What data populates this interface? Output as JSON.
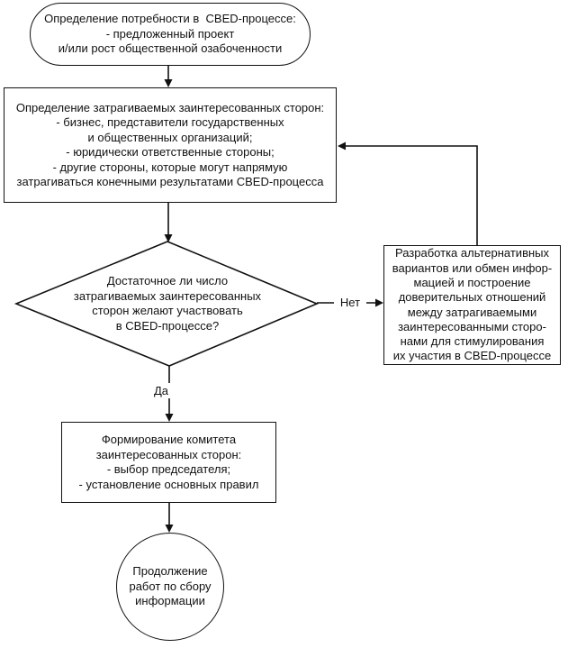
{
  "nodes": {
    "start": {
      "text": "Определение потребности в  CBED-процессе:\n- предложенный проект\nи/или рост общественной озабоченности"
    },
    "identify_stakeholders": {
      "text": "Определение затрагиваемых заинтересованных сторон:\n- бизнес, представители государственных\nи общественных организаций;\n- юридически ответственные стороны;\n- другие стороны, которые могут напрямую\nзатрагиваться конечными результатами CBED-процесса"
    },
    "decision": {
      "text": "Достаточное ли число\nзатрагиваемых заинтересованных\nсторон желают участвовать\nв CBED-процессе?"
    },
    "alternatives": {
      "text": "Разработка альтернативных\nвариантов или обмен инфор-\nмацией и построение\nдоверительных отношений\nмежду затрагиваемыми\nзаинтересованными сторо-\nнами для стимулирования\nих участия в CBED-процессе"
    },
    "committee": {
      "text": "Формирование комитета\nзаинтересованных сторон:\n- выбор председателя;\n- установление основных правил"
    },
    "end": {
      "text": "Продолжение\nработ по сбору\nинформации"
    }
  },
  "labels": {
    "yes": "Да",
    "no": "Нет"
  },
  "colors": {
    "line": "#111111",
    "background": "#ffffff",
    "text": "#111111"
  }
}
